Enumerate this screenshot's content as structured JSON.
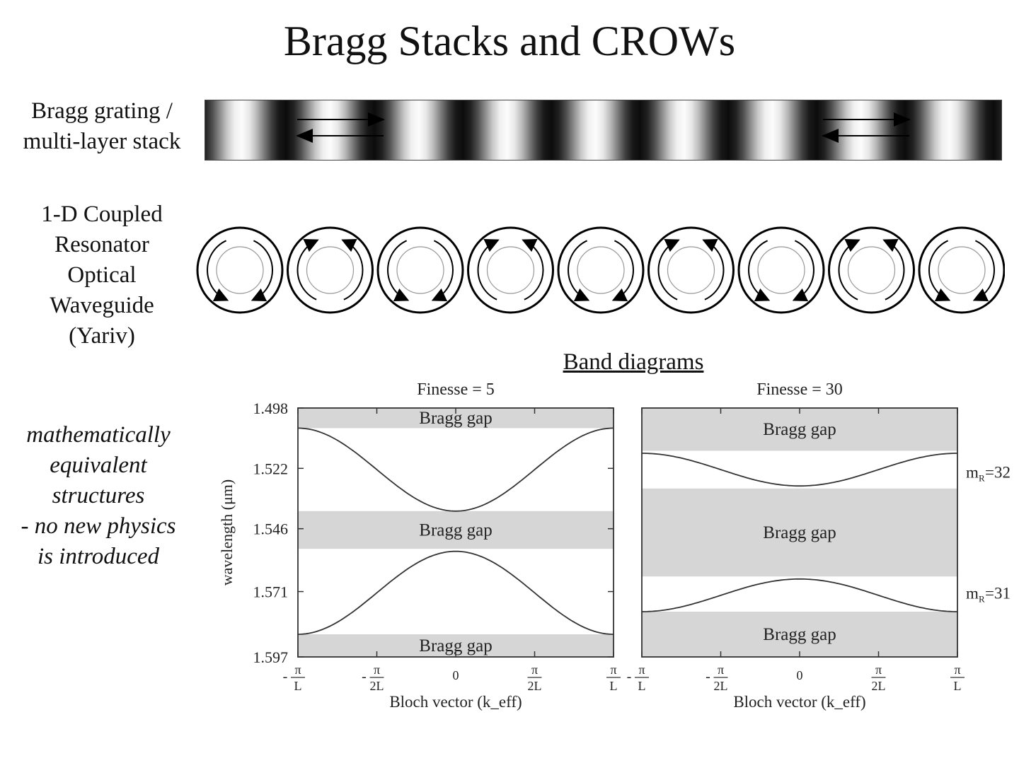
{
  "title": "Bragg Stacks and CROWs",
  "grating_label": [
    "Bragg grating /",
    "multi-layer stack"
  ],
  "crow_label": [
    "1-D Coupled",
    "Resonator",
    "Optical",
    "Waveguide",
    "(Yariv)"
  ],
  "equivalence_note": [
    "mathematically",
    "equivalent",
    "structures",
    "- no new physics",
    "is introduced"
  ],
  "band_diagrams_title": "Band diagrams",
  "ring_count": 9,
  "grating_periods": 9,
  "chart_data": [
    {
      "type": "line",
      "title": "Finesse = 5",
      "xlabel": "Bloch vector (k_eff)",
      "ylabel": "wavelength (μm)",
      "x_ticks": [
        "-π/L",
        "-π/2L",
        "0",
        "π/2L",
        "π/L"
      ],
      "y_ticks": [
        "1.498",
        "1.522",
        "1.546",
        "1.571",
        "1.597"
      ],
      "y_tick_values": [
        1.498,
        1.522,
        1.546,
        1.571,
        1.597
      ],
      "ylim": [
        1.498,
        1.597
      ],
      "y_inverted": true,
      "gaps": [
        {
          "label": "Bragg gap",
          "from": 1.498,
          "to": 1.506
        },
        {
          "label": "Bragg gap",
          "from": 1.539,
          "to": 1.554
        },
        {
          "label": "Bragg gap",
          "from": 1.588,
          "to": 1.597
        }
      ],
      "bands": [
        {
          "edge": 1.506,
          "center": 1.539
        },
        {
          "edge": 1.588,
          "center": 1.555
        }
      ],
      "side_labels": []
    },
    {
      "type": "line",
      "title": "Finesse = 30",
      "xlabel": "Bloch vector (k_eff)",
      "ylabel": "",
      "x_ticks": [
        "-π/L",
        "-π/2L",
        "0",
        "π/2L",
        "π/L"
      ],
      "y_ticks": [],
      "y_tick_values": [],
      "ylim": [
        1.498,
        1.597
      ],
      "y_inverted": true,
      "gaps": [
        {
          "label": "Bragg gap",
          "from": 1.498,
          "to": 1.515
        },
        {
          "label": "Bragg gap",
          "from": 1.53,
          "to": 1.565
        },
        {
          "label": "Bragg gap",
          "from": 1.579,
          "to": 1.597
        }
      ],
      "bands": [
        {
          "edge": 1.516,
          "center": 1.529
        },
        {
          "edge": 1.579,
          "center": 1.566
        }
      ],
      "side_labels": [
        "m",
        "R",
        "=32",
        "m",
        "R",
        "=31"
      ]
    }
  ]
}
